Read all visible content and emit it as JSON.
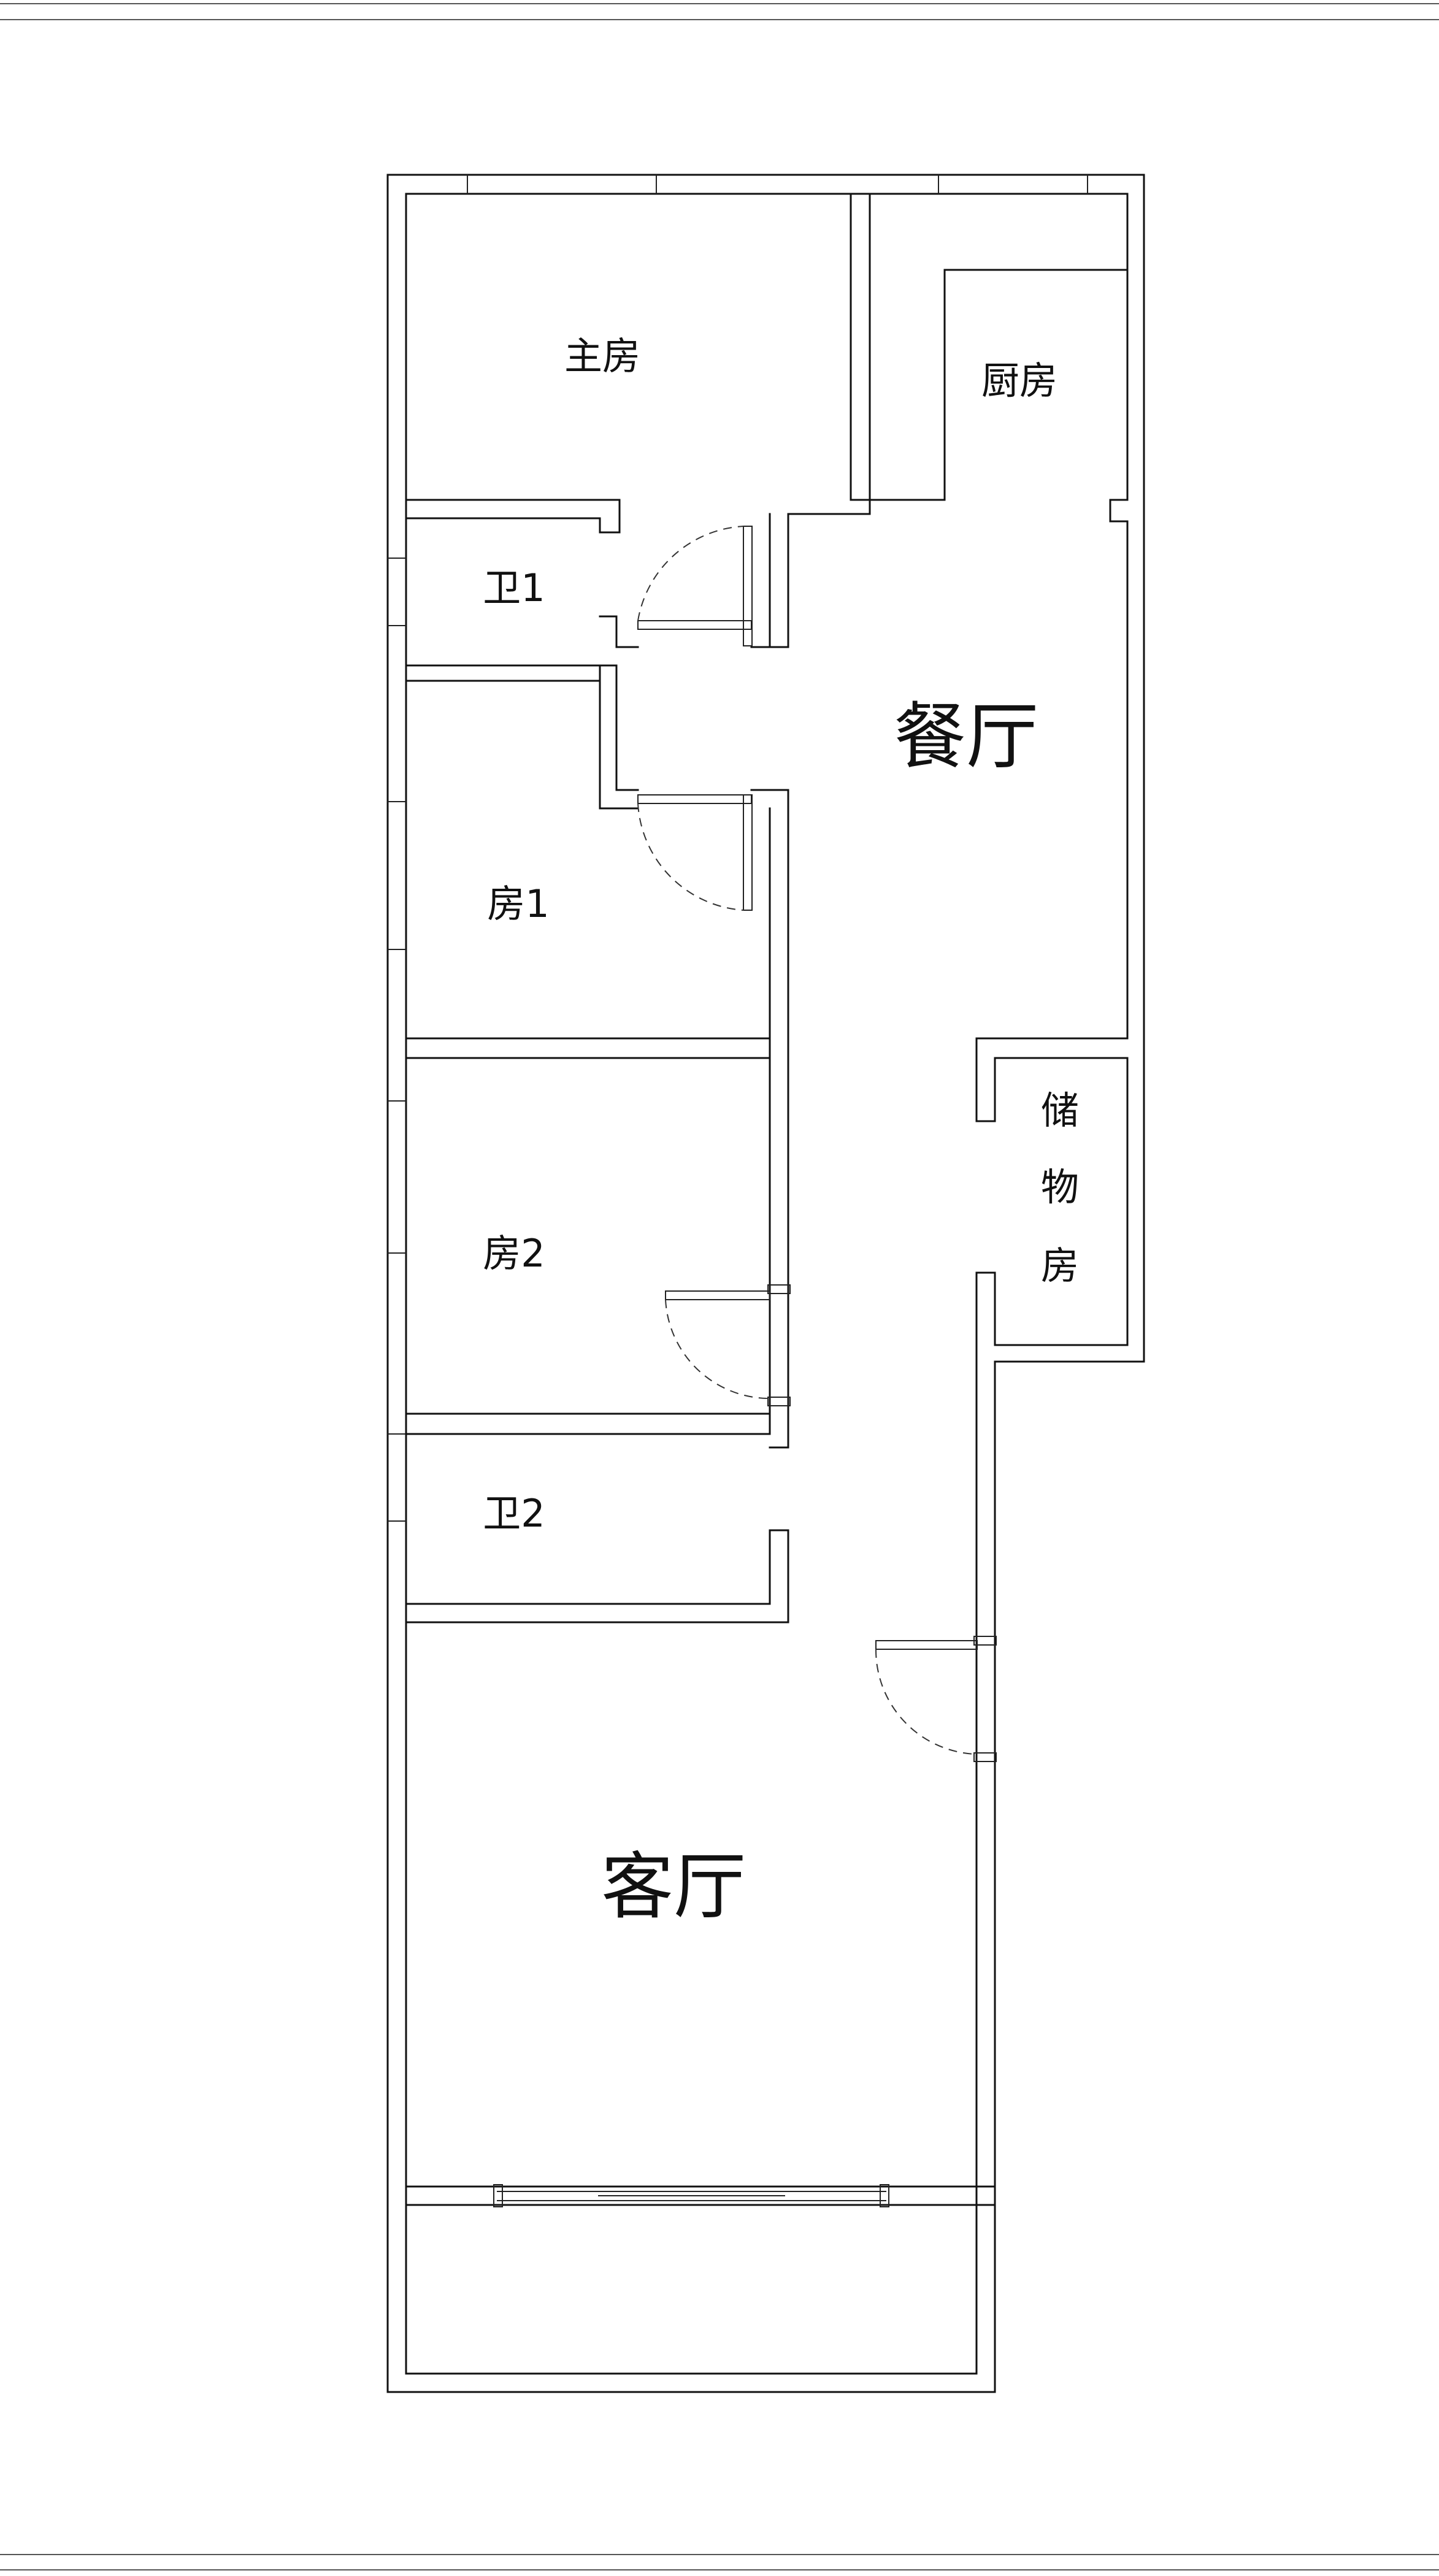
{
  "rooms": {
    "master_bedroom": "主房",
    "kitchen": "厨房",
    "bathroom_1": "卫1",
    "dining_room": "餐厅",
    "bedroom_1": "房1",
    "storage_line_1": "储",
    "storage_line_2": "物",
    "storage_line_3": "房",
    "bedroom_2": "房2",
    "bathroom_2": "卫2",
    "living_room": "客厅"
  },
  "colors": {
    "line": "#111111",
    "background": "#ffffff"
  }
}
